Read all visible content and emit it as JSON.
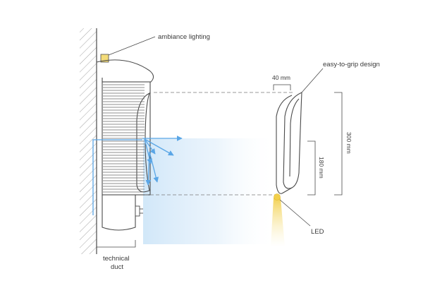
{
  "labels": {
    "ambiance_lighting": "ambiance lighting",
    "easy_to_grip": "easy-to-grip design",
    "technical_duct_line1": "technical",
    "technical_duct_line2": "duct",
    "led": "LED"
  },
  "dimensions": {
    "width": "40 mm",
    "height_total": "300 mm",
    "height_inner": "180 mm"
  },
  "colors": {
    "line": "#4a4a4a",
    "hatch": "#9a9a9a",
    "light_blue": "#5aa6e6",
    "glow_blue": "#cfe6f8",
    "led_yellow": "#f2cf4a",
    "ambiance_yellow": "#f4dc7a"
  }
}
